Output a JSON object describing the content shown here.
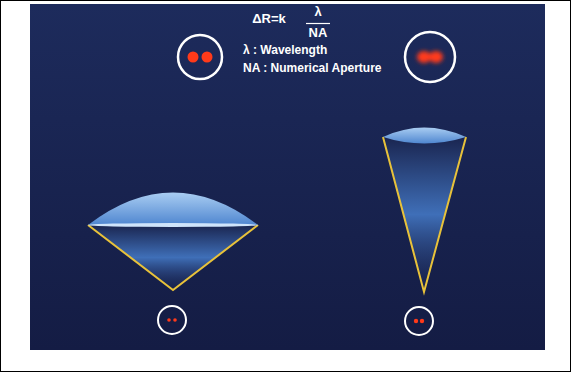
{
  "diagram": {
    "labels": [
      "ΔR=k",
      "λ",
      "NA",
      "λ : Wavelength",
      "NA : Numerical Aperture"
    ]
  }
}
